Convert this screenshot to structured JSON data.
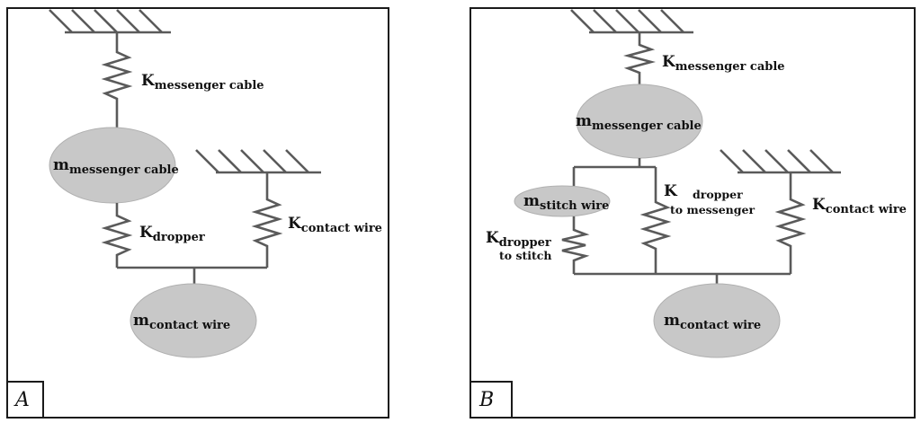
{
  "panel_a": {
    "tag": "A",
    "k_messenger": {
      "main": "K",
      "sub": "messenger cable"
    },
    "m_messenger": {
      "main": "m",
      "sub": "messenger cable"
    },
    "k_dropper": {
      "main": "K",
      "sub": "dropper"
    },
    "k_contact": {
      "main": "K",
      "sub": "contact wire"
    },
    "m_contact": {
      "main": "m",
      "sub": "contact wire"
    }
  },
  "panel_b": {
    "tag": "B",
    "k_messenger": {
      "main": "K",
      "sub": "messenger cable"
    },
    "m_messenger": {
      "main": "m",
      "sub": "messenger cable"
    },
    "m_stitch": {
      "main": "m",
      "sub": "stitch wire"
    },
    "k_dropper_messenger": {
      "main": "K",
      "line1": "dropper",
      "line2": "to messenger"
    },
    "k_dropper_stitch": {
      "main": "K",
      "sub": "dropper",
      "line2": "to stitch"
    },
    "k_contact": {
      "main": "K",
      "sub": "contact wire"
    },
    "m_contact": {
      "main": "m",
      "sub": "contact wire"
    }
  }
}
